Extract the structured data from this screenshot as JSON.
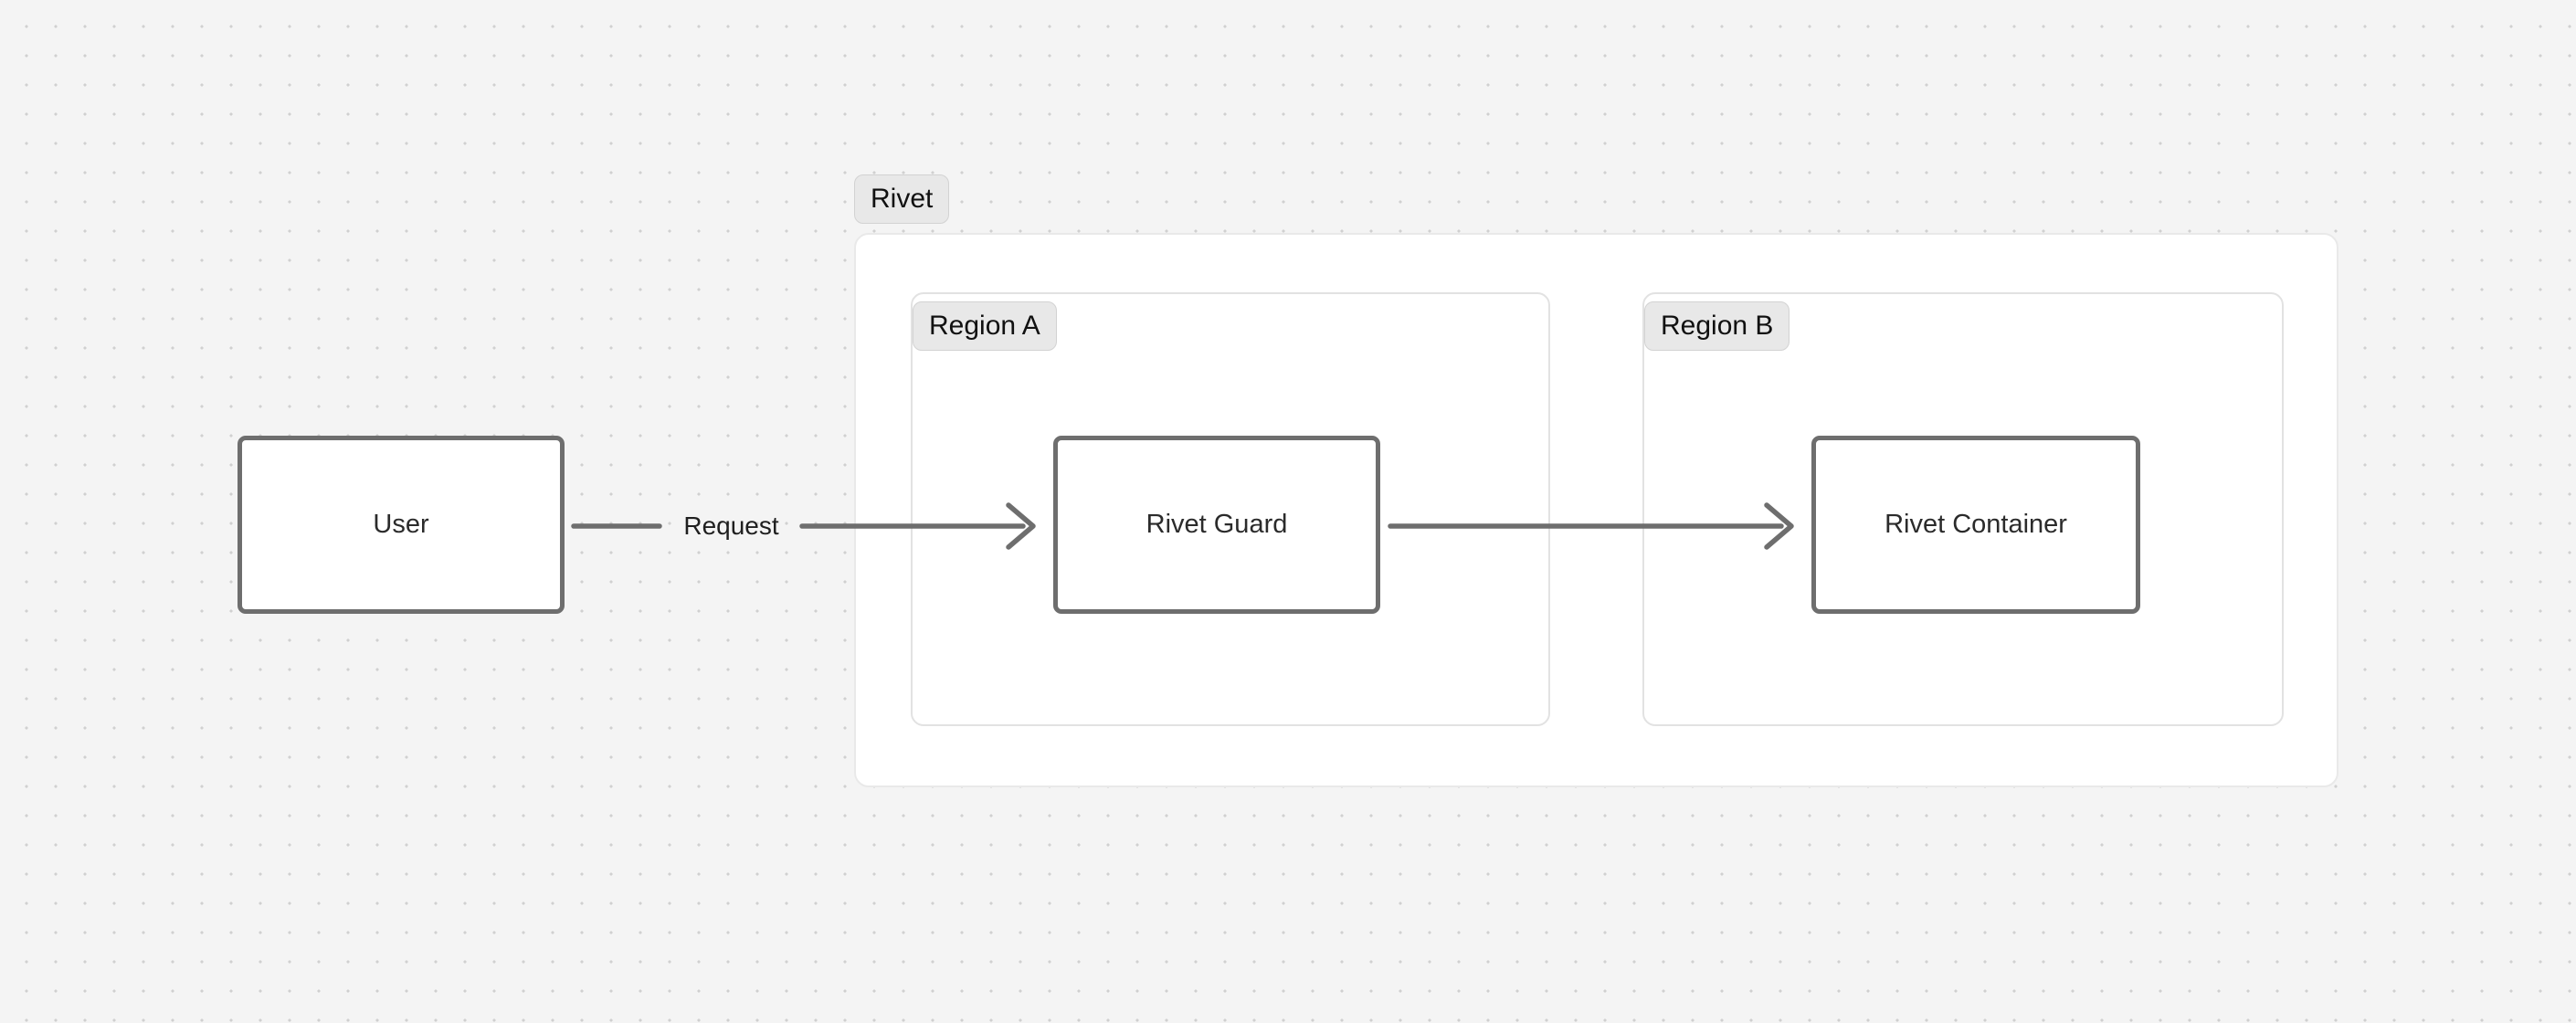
{
  "diagram": {
    "type": "flowchart",
    "direction": "left-to-right",
    "background": "#f4f4f4",
    "grid": "dotted"
  },
  "clusters": [
    {
      "id": "rivet",
      "label": "Rivet",
      "fill": "#ffffff",
      "border": "#e9e9e9"
    },
    {
      "id": "region-a",
      "label": "Region A",
      "fill": "#ffffff",
      "border": "#e2e2e2"
    },
    {
      "id": "region-b",
      "label": "Region B",
      "fill": "#ffffff",
      "border": "#e2e2e2"
    }
  ],
  "nodes": [
    {
      "id": "user",
      "label": "User",
      "cluster": null,
      "fill": "#ffffff",
      "border": "#6e6e6e"
    },
    {
      "id": "rivet-guard",
      "label": "Rivet Guard",
      "cluster": "region-a",
      "fill": "#ffffff",
      "border": "#6e6e6e"
    },
    {
      "id": "rivet-container",
      "label": "Rivet Container",
      "cluster": "region-b",
      "fill": "#ffffff",
      "border": "#6e6e6e"
    }
  ],
  "edges": [
    {
      "id": "user-to-guard",
      "from": "user",
      "to": "rivet-guard",
      "label": "Request",
      "arrow": "open-chevron",
      "color": "#6e6e6e"
    },
    {
      "id": "guard-to-container",
      "from": "rivet-guard",
      "to": "rivet-container",
      "label": "",
      "arrow": "open-chevron",
      "color": "#6e6e6e"
    }
  ]
}
